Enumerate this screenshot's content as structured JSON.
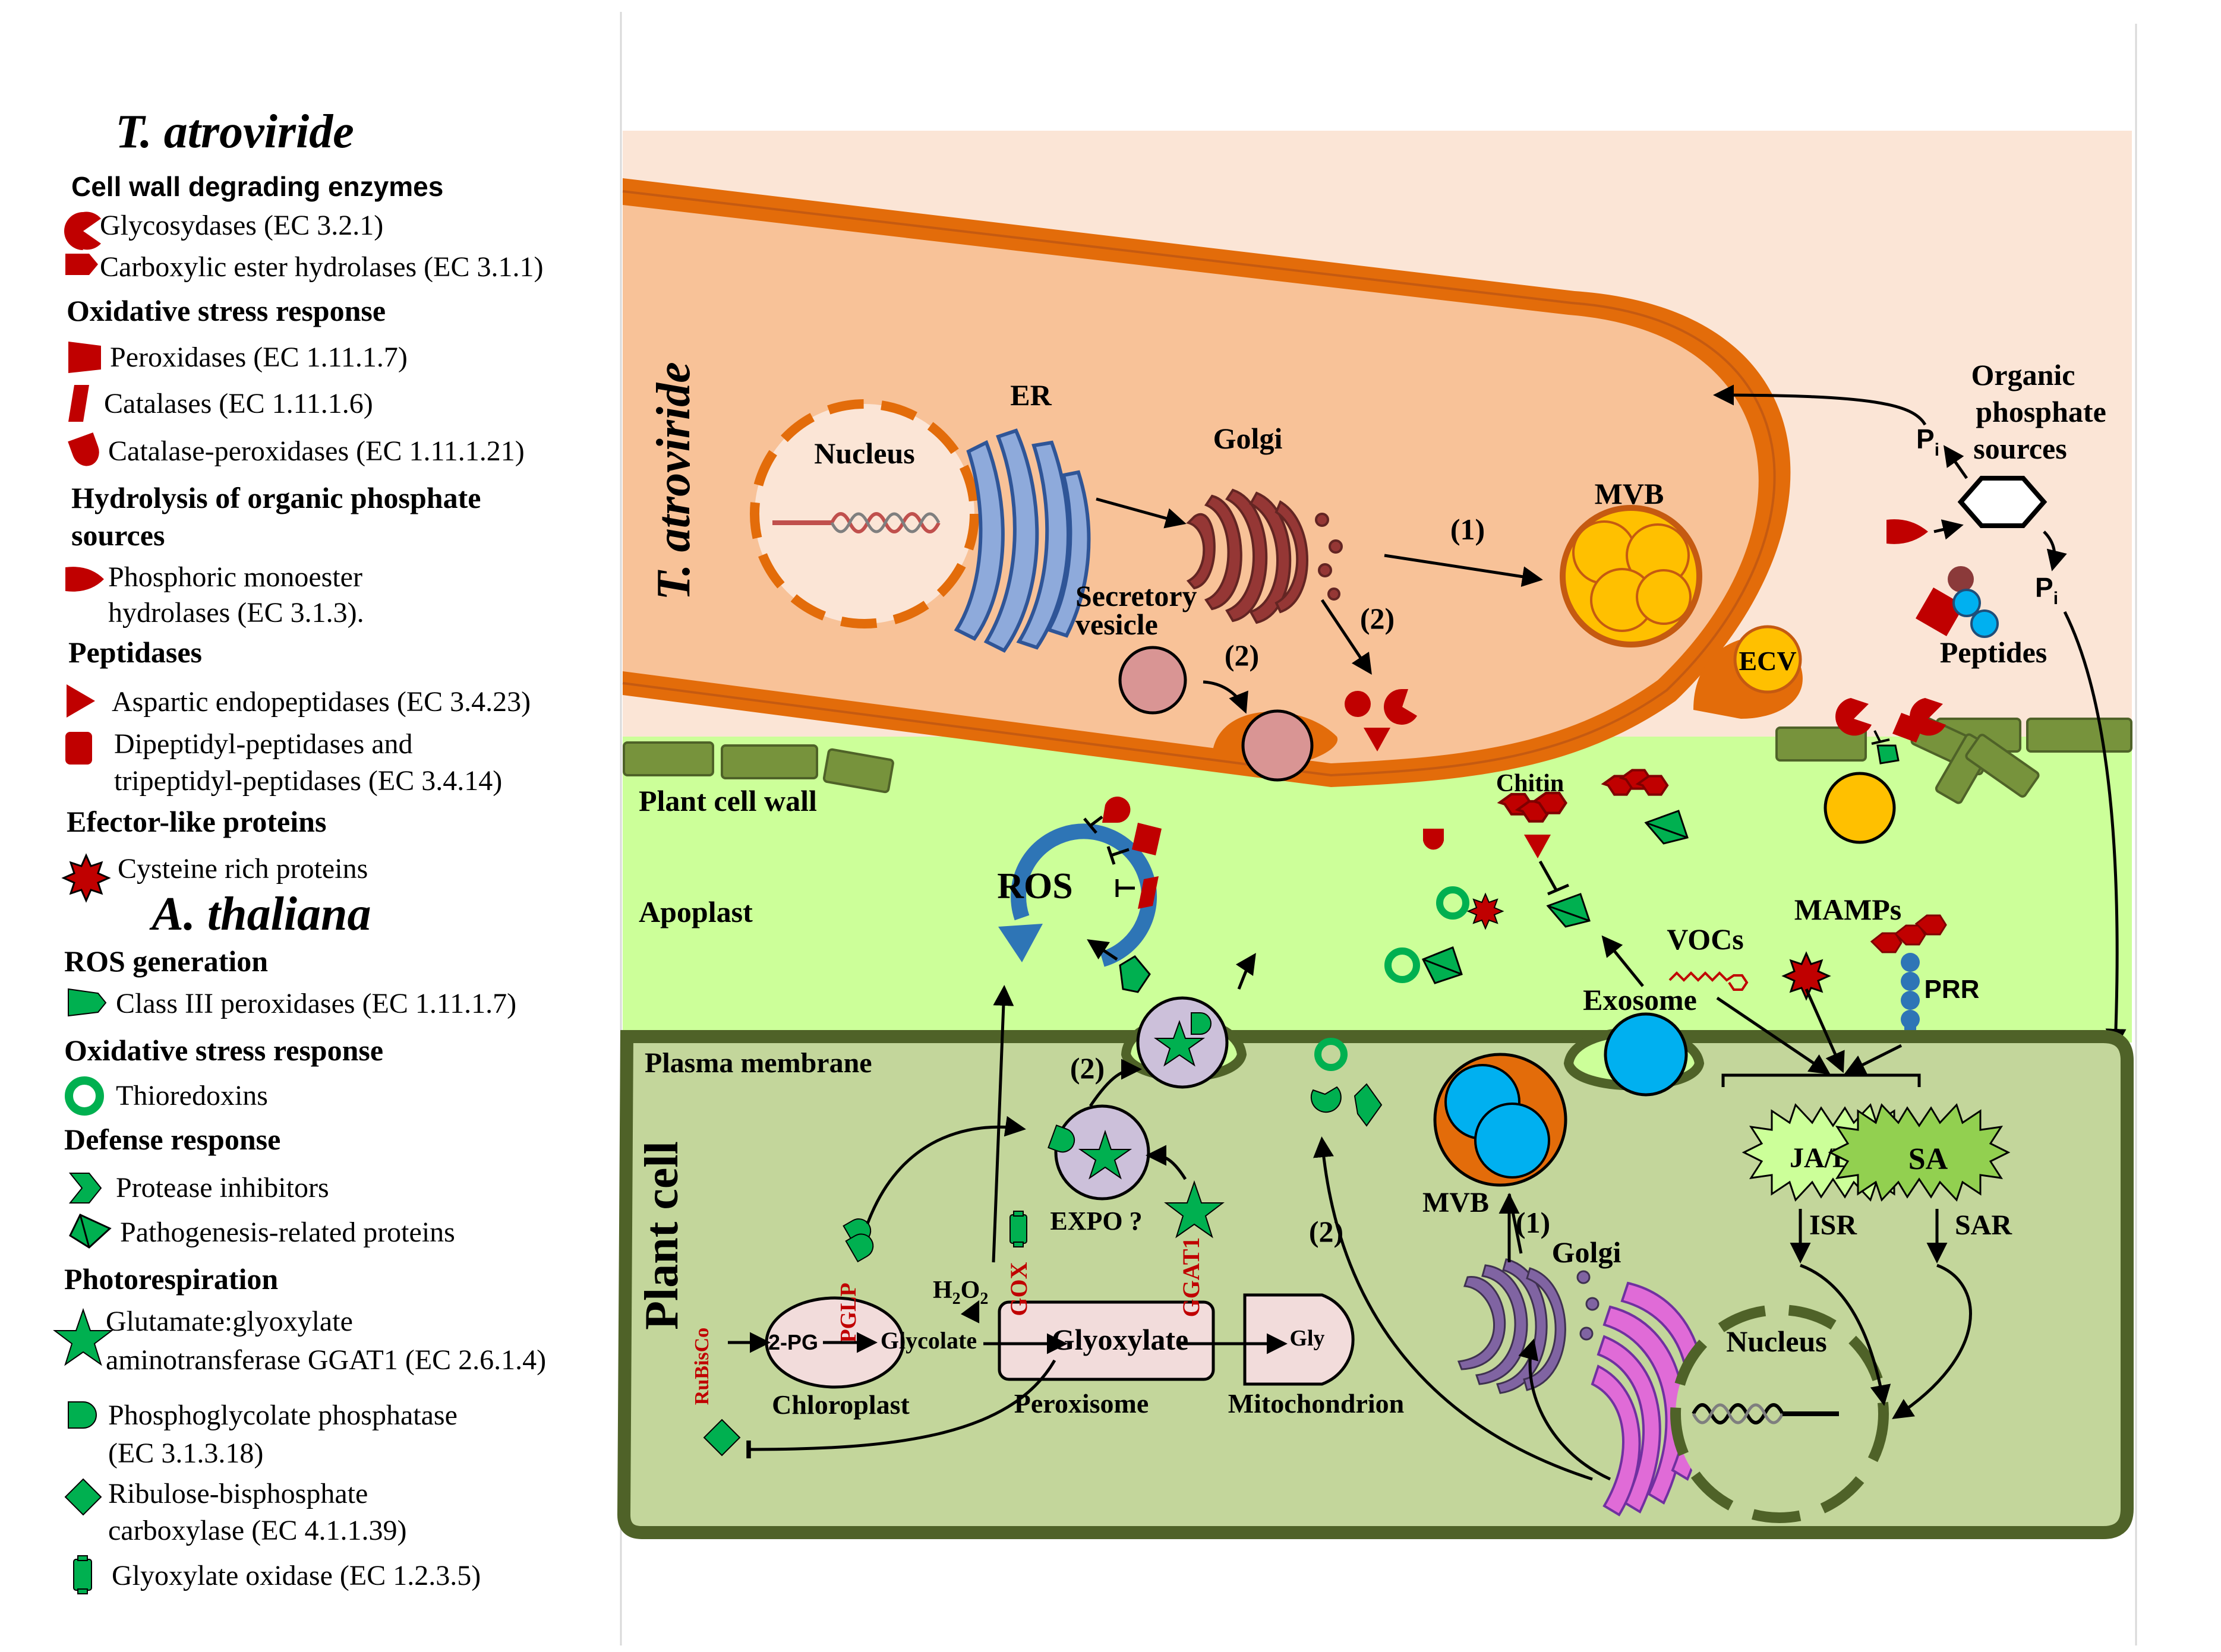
{
  "legend": {
    "fungus_title": "T. atroviride",
    "fungus_groups": [
      {
        "header": "Cell wall degrading enzymes",
        "items": [
          "Glycosydases (EC 3.2.1)",
          "Carboxylic ester hydrolases (EC 3.1.1)"
        ]
      },
      {
        "header": "Oxidative stress response",
        "items": [
          "Peroxidases (EC 1.11.1.7)",
          "Catalases (EC 1.11.1.6)",
          "Catalase-peroxidases (EC 1.11.1.21)"
        ]
      },
      {
        "header_lines": [
          "Hydrolysis of organic phosphate",
          "sources"
        ],
        "items_lines": [
          [
            "Phosphoric monoester",
            "hydrolases (EC 3.1.3)."
          ]
        ]
      },
      {
        "header": "Peptidases",
        "items": [
          "Aspartic endopeptidases (EC 3.4.23)"
        ],
        "items_lines": [
          [
            "Dipeptidyl-peptidases and",
            "tripeptidyl-peptidases (EC 3.4.14)"
          ]
        ]
      },
      {
        "header": "Efector-like proteins",
        "items": [
          "Cysteine rich proteins"
        ]
      }
    ],
    "plant_title": "A. thaliana",
    "plant_groups": [
      {
        "header": "ROS generation",
        "items": [
          "Class III peroxidases (EC 1.11.1.7)"
        ]
      },
      {
        "header": "Oxidative stress response",
        "items": [
          "Thioredoxins"
        ]
      },
      {
        "header": "Defense response",
        "items": [
          "Protease inhibitors",
          "Pathogenesis-related proteins"
        ]
      },
      {
        "header": "Photorespiration",
        "items_lines": [
          [
            "Glutamate:glyoxylate",
            "aminotransferase GGAT1 (EC 2.6.1.4)"
          ],
          [
            "Phosphoglycolate phosphatase",
            "(EC 3.1.3.18)"
          ],
          [
            "Ribulose-bisphosphate",
            "carboxylase (EC 4.1.1.39)"
          ]
        ],
        "items": [
          "Glyoxylate oxidase (EC 1.2.3.5)"
        ]
      }
    ]
  },
  "diagram": {
    "fungus_side_label": "T. atroviride",
    "plant_side_label": "Plant cell",
    "nucleus": "Nucleus",
    "er": "ER",
    "golgi": "Golgi",
    "mvb": "MVB",
    "ecv": "ECV",
    "secretory_vesicle": [
      "Secretory",
      "vesicle"
    ],
    "step1": "(1)",
    "step2": "(2)",
    "organic_phosphate": [
      "Organic",
      "phosphate",
      "sources"
    ],
    "pi": "P",
    "pi_sub": "i",
    "peptides": "Peptides",
    "plant_cell_wall": "Plant cell wall",
    "apoplast": "Apoplast",
    "plasma_membrane": "Plasma membrane",
    "chitin": "Chitin",
    "ros": "ROS",
    "vocs": "VOCs",
    "mamps": "MAMPs",
    "prr": "PRR",
    "exosome": "Exosome",
    "expo": "EXPO ?",
    "ja_et": "JA/ET",
    "sa": "SA",
    "isr": "ISR",
    "sar": "SAR",
    "plant_mvb": "MVB",
    "plant_golgi": "Golgi",
    "plant_nucleus": "Nucleus",
    "h2o2": "H",
    "h2o2_mid": "O",
    "h2o2_sub": "2",
    "pglp": "PGLP",
    "gox": "GOX",
    "ggat1": "GGAT1",
    "rubisco": "RuBisCo",
    "two_pg": "2-PG",
    "glycolate": "Glycolate",
    "glyoxylate": "Glyoxylate",
    "gly": "Gly",
    "chloroplast": "Chloroplast",
    "peroxisome": "Peroxisome",
    "mitochondrion": "Mitochondrion"
  },
  "colors": {
    "fungus_fill": "#f8c298",
    "fungus_wall": "#e36c0a",
    "plant_bg_top": "#fbe5d6",
    "apoplast": "#ccff99",
    "cell_wall": "#77933c",
    "plant_cell_fill": "#c3d69b",
    "plant_cell_border": "#4f6228",
    "enzyme_red": "#c00000",
    "plant_green": "#00b050",
    "label_red": "#c00000",
    "mvb_yellow": "#ffc000",
    "exosome_blue": "#00b0f0",
    "ros_blue": "#2e75b6"
  }
}
